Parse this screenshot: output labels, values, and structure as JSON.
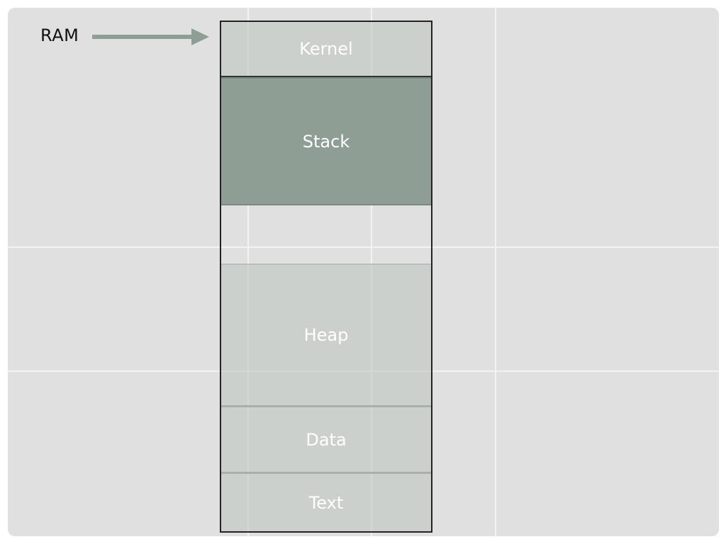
{
  "labels": {
    "ram": "RAM"
  },
  "memory_layout": {
    "segments": [
      {
        "name": "Kernel"
      },
      {
        "name": "Stack"
      },
      {
        "name": "Heap"
      },
      {
        "name": "Data"
      },
      {
        "name": "Text"
      }
    ]
  },
  "colors": {
    "background": "#e0e0e0",
    "segment_light": "#c8cfca",
    "segment_dark": "#8f9e95",
    "arrow": "#8f9e95",
    "border": "#222222",
    "segment_text": "#ffffff"
  }
}
